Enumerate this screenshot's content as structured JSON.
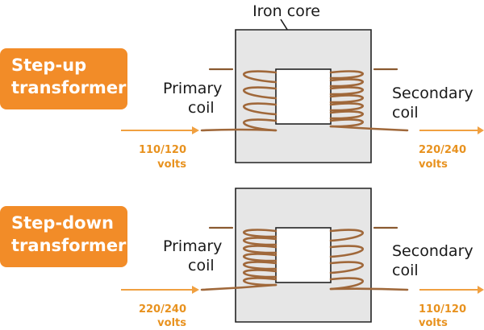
{
  "core_label": "Iron core",
  "colors": {
    "accent": "#F28C28",
    "wire": "#A0683A",
    "core": "#E6E6E6",
    "voltage_text": "#E8921F"
  },
  "panels": [
    {
      "title_lines": [
        "Step-up",
        "transformer"
      ],
      "primary_lines": [
        "Primary",
        "coil"
      ],
      "secondary_lines": [
        "Secondary",
        "coil"
      ],
      "input_voltage": [
        "110/120",
        "volts"
      ],
      "output_voltage": [
        "220/240",
        "volts"
      ],
      "primary_turns": 4,
      "secondary_turns": 7
    },
    {
      "title_lines": [
        "Step-down",
        "transformer"
      ],
      "primary_lines": [
        "Primary",
        "coil"
      ],
      "secondary_lines": [
        "Secondary",
        "coil"
      ],
      "input_voltage": [
        "220/240",
        "volts"
      ],
      "output_voltage": [
        "110/120",
        "volts"
      ],
      "primary_turns": 7,
      "secondary_turns": 4
    }
  ]
}
